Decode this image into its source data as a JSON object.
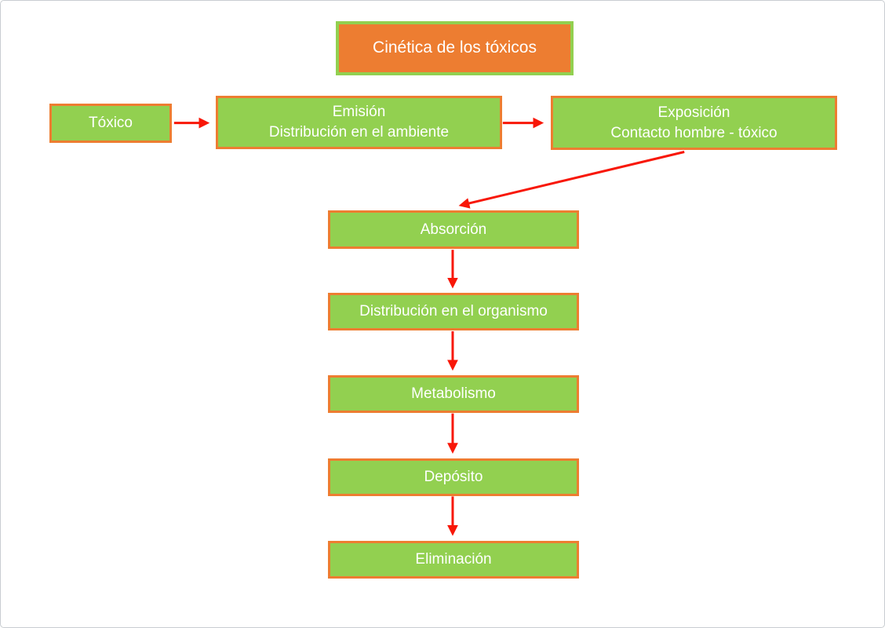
{
  "colors": {
    "node_fill_green": "#92D050",
    "border_orange": "#ED7D31",
    "arrow_red": "#F81708",
    "text_white": "#FFFFFF",
    "page_background": "#FFFFFF",
    "page_border": "#C9CDD1"
  },
  "diagram": {
    "title": {
      "label": "Cinética de los tóxicos"
    },
    "nodes": {
      "toxico": {
        "label": "Tóxico"
      },
      "emision": {
        "line1": "Emisión",
        "line2": "Distribución en el ambiente"
      },
      "exposicion": {
        "line1": "Exposición",
        "line2": "Contacto hombre - tóxico"
      },
      "absorcion": {
        "label": "Absorción"
      },
      "distribucion_organismo": {
        "label": "Distribución en el organismo"
      },
      "metabolismo": {
        "label": "Metabolismo"
      },
      "deposito": {
        "label": "Depósito"
      },
      "eliminacion": {
        "label": "Eliminación"
      }
    },
    "edges": [
      {
        "from": "toxico",
        "to": "emision"
      },
      {
        "from": "emision",
        "to": "exposicion"
      },
      {
        "from": "exposicion",
        "to": "absorcion"
      },
      {
        "from": "absorcion",
        "to": "distribucion_organismo"
      },
      {
        "from": "distribucion_organismo",
        "to": "metabolismo"
      },
      {
        "from": "metabolismo",
        "to": "deposito"
      },
      {
        "from": "deposito",
        "to": "eliminacion"
      }
    ]
  }
}
